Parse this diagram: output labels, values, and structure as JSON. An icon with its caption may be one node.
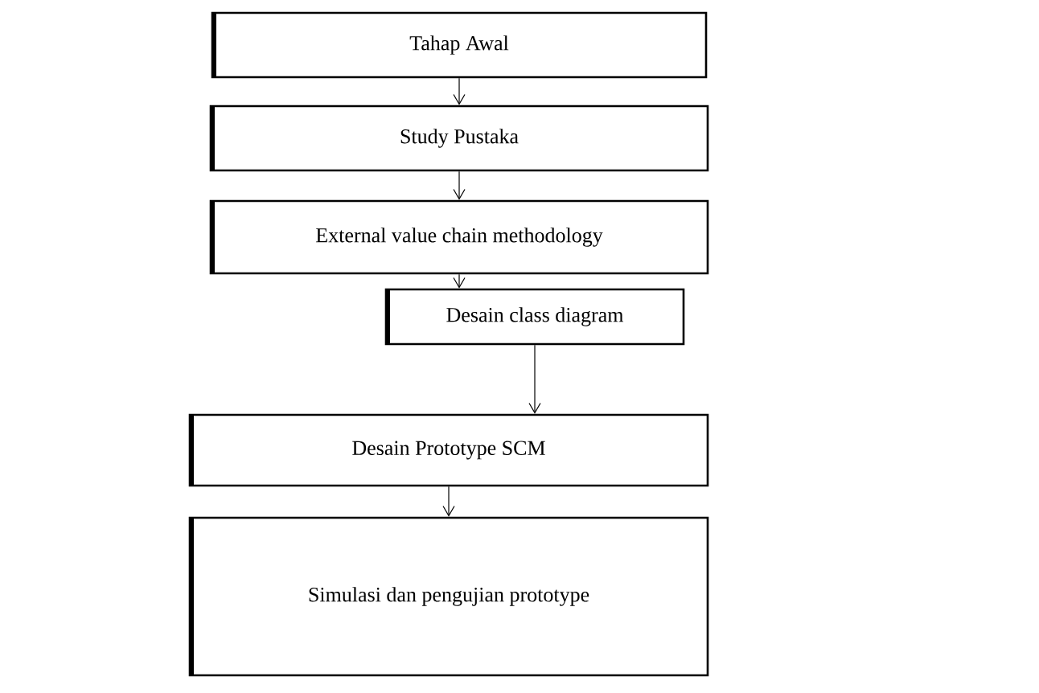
{
  "diagram": {
    "nodes": [
      {
        "text": [
          "Tahap Awal"
        ]
      },
      {
        "text": [
          "Study Pustaka"
        ]
      },
      {
        "text": [
          "External value chain methodology"
        ]
      },
      {
        "text": [
          "Desain class diagram"
        ]
      },
      {
        "text": [
          "Desain Prototype SCM"
        ]
      },
      {
        "text": [
          "Simulasi dan pengujian prototype"
        ]
      }
    ],
    "edges": [
      {
        "from": 0,
        "to": 1,
        "arrow": "to"
      },
      {
        "from": 1,
        "to": 2,
        "arrow": "to"
      },
      {
        "from": 2,
        "to": 3,
        "arrow": "to"
      },
      {
        "from": 3,
        "to": 4,
        "arrow": "to"
      },
      {
        "from": 4,
        "to": 5,
        "arrow": "to"
      }
    ]
  }
}
